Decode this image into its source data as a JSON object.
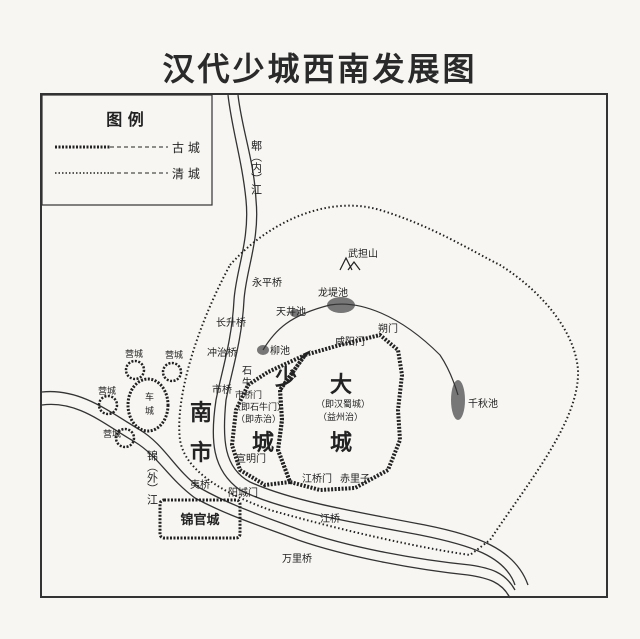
{
  "title": "汉代少城西南发展图",
  "legend": {
    "heading": "图  例",
    "items": [
      {
        "label": "古 城"
      },
      {
        "label": "清 城"
      }
    ]
  },
  "rivers": {
    "north": "郫（内）江",
    "south": "锦（外）江"
  },
  "features": {
    "wudan_shan": "武担山",
    "longti_chi": "龙堤池",
    "tianjing_chi": "天井池",
    "liu_chi": "柳池",
    "qianqiu_chi": "千秋池"
  },
  "bridges": {
    "yongping": "永平桥",
    "changsheng": "长升桥",
    "chongzhi": "冲治桥",
    "shi": "市桥",
    "yi": "夷桥",
    "jiang": "江桥",
    "wanli": "万里桥"
  },
  "gates": {
    "xianyang": "咸阳门",
    "shuomen": "朔门",
    "shiqiao_men": "市桥门",
    "shiqiao_men_note": "（即石牛门）",
    "jiqiao_men": "（即赤治）",
    "xuanming": "宣明门",
    "yangcheng": "阳城门",
    "jiangqiao_men": "江桥门",
    "chilizi": "赤里子",
    "shi_label": "石",
    "niu_label": "牛"
  },
  "cities": {
    "shaocheng": {
      "char1": "少",
      "char2": "城"
    },
    "nanshi": {
      "char1": "南",
      "char2": "市"
    },
    "dacheng": {
      "char1": "大",
      "char2": "城",
      "note1": "（即汉蜀城）",
      "note2": "（益州治）"
    },
    "jinguan": "锦官城",
    "ying_center": {
      "char1": "车",
      "char2": "城"
    },
    "ying_labels": [
      "营城",
      "营城",
      "营城",
      "营城"
    ]
  }
}
